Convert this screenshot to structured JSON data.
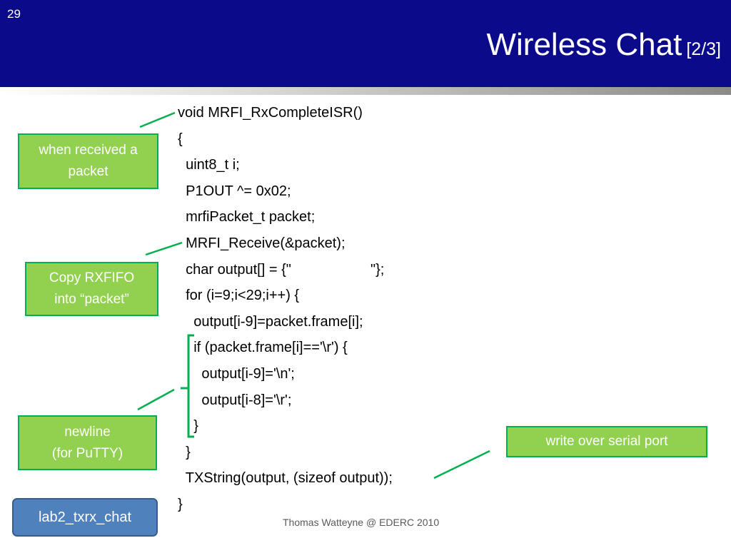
{
  "slide": {
    "number": "29",
    "title_main": "Wireless Chat",
    "title_sub": "[2/3]"
  },
  "code_lines": [
    "void MRFI_RxCompleteISR()",
    "{",
    "  uint8_t i;",
    "  P1OUT ^= 0x02;",
    "  mrfiPacket_t packet;",
    "  MRFI_Receive(&packet);",
    "  char output[] = {\"                    \"};",
    "  for (i=9;i<29;i++) {",
    "    output[i-9]=packet.frame[i];",
    "    if (packet.frame[i]=='\\r') {",
    "      output[i-9]='\\n';",
    "      output[i-8]='\\r';",
    "    }",
    "  }",
    "  TXString(output, (sizeof output));",
    "}"
  ],
  "annotations": {
    "received": "when received a\npacket",
    "copy": "Copy RXFIFO\ninto “packet”",
    "newline": "newline\n(for PuTTY)",
    "serial": "write over serial port"
  },
  "button": {
    "label": "lab2_txrx_chat"
  },
  "footer": "Thomas Watteyne @ EDERC 2010",
  "colors": {
    "header_bg": "#0a0a8a",
    "note_fill": "#92d050",
    "note_border": "#00b050",
    "button_fill": "#4f81bd"
  }
}
